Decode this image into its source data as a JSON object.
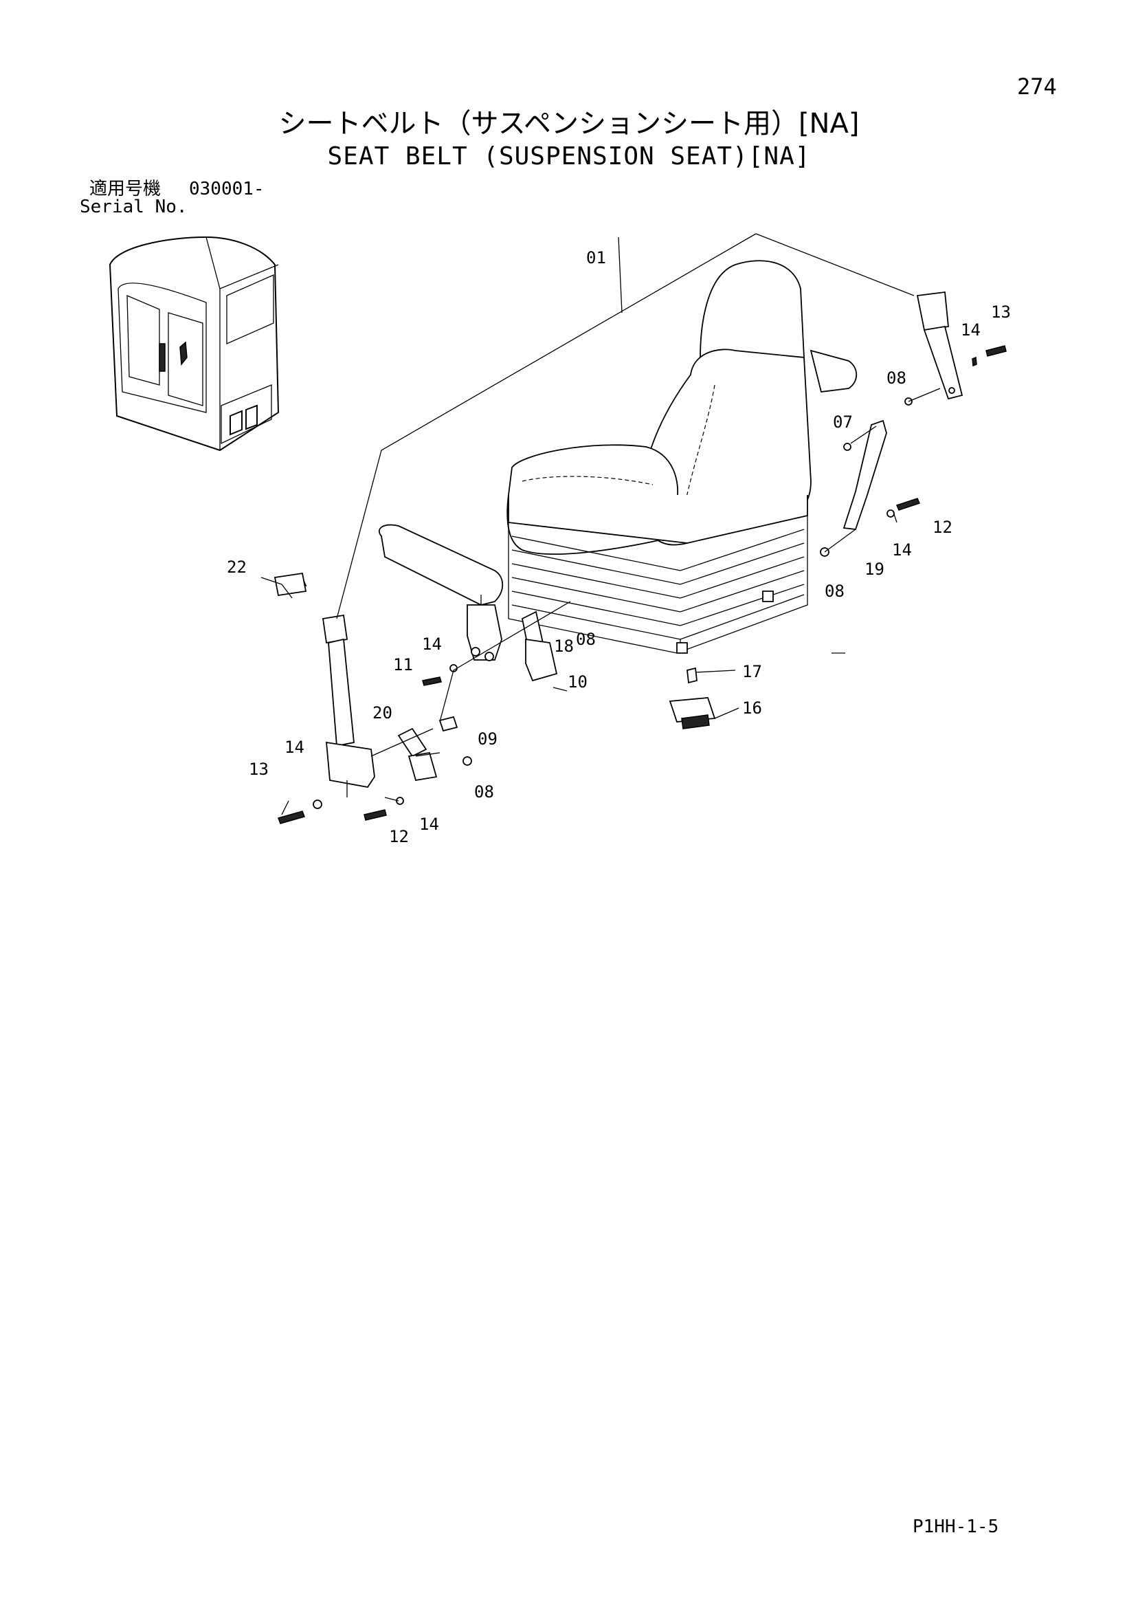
{
  "page_number": "274",
  "title_ja": "シートベルト（サスペンションシート用）[NA]",
  "title_en": "SEAT BELT (SUSPENSION SEAT)[NA]",
  "serial": {
    "label_ja": "適用号機",
    "label_en": "Serial No.",
    "code": "030001-"
  },
  "callouts": [
    "01",
    "07",
    "08",
    "08",
    "08",
    "08",
    "09",
    "10",
    "11",
    "12",
    "12",
    "13",
    "13",
    "14",
    "14",
    "14",
    "14",
    "14",
    "16",
    "17",
    "18",
    "19",
    "20",
    "22"
  ],
  "footer_code": "P1HH-1-5"
}
